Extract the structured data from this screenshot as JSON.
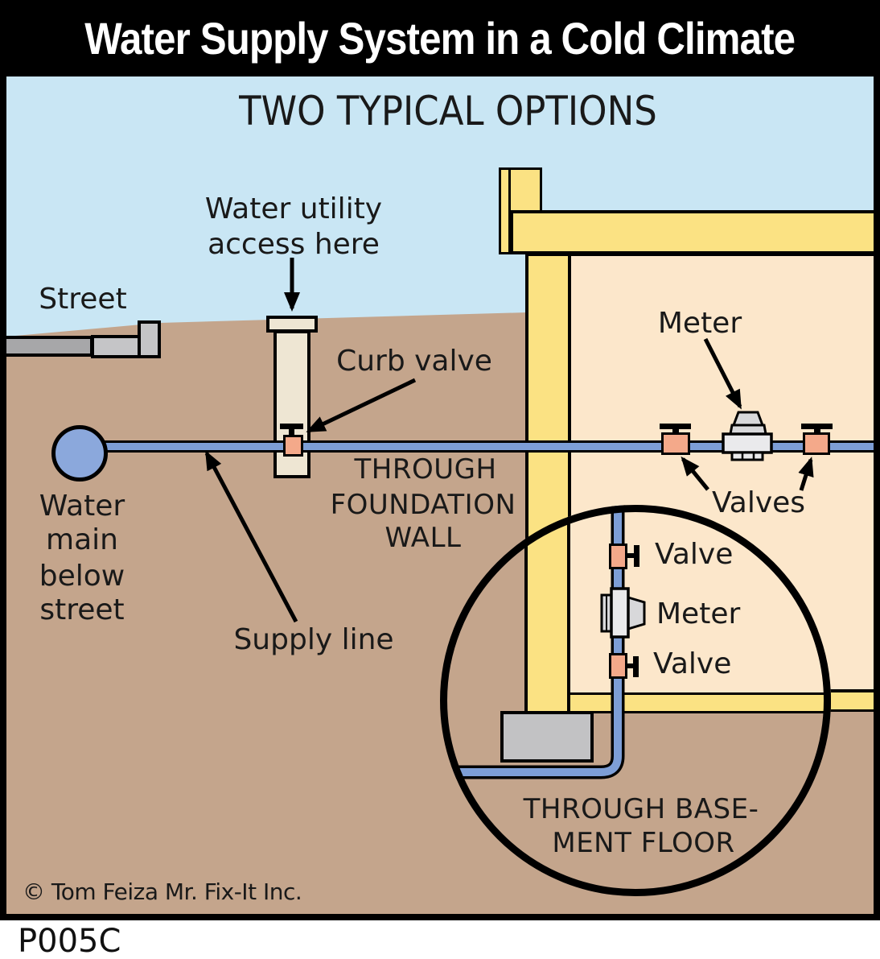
{
  "title": "Water Supply System in a Cold Climate",
  "subtitle": "TWO TYPICAL OPTIONS",
  "labels": {
    "street": "Street",
    "water_utility_access": [
      "Water utility",
      "access here"
    ],
    "curb_valve": "Curb valve",
    "meter": "Meter",
    "valves": "Valves",
    "water_main": [
      "Water",
      "main",
      "below",
      "street"
    ],
    "through_foundation_wall": [
      "THROUGH",
      "FOUNDATION",
      "WALL"
    ],
    "supply_line": "Supply line",
    "inset": {
      "valve_top": "Valve",
      "meter": "Meter",
      "valve_bottom": "Valve",
      "caption": [
        "THROUGH BASE-",
        "MENT FLOOR"
      ]
    },
    "copyright": "© Tom Feiza Mr. Fix-It Inc.",
    "figure_code": "P005C"
  },
  "colors": {
    "title_bg": "#000000",
    "title_text": "#ffffff",
    "sky": "#c9e6f4",
    "ground": "#c4a58c",
    "street_dark": "#a7a7a9",
    "street_light": "#c5c5c7",
    "wood_yellow": "#fbe283",
    "interior_peach": "#fce7cb",
    "pipe_blue": "#7d9ed6",
    "water_main_blue": "#8ba8dc",
    "valve_salmon": "#f4a98a",
    "meter_gray": "#d8d8da",
    "meter_body": "#eaeaec",
    "access_tube_cream": "#eee6d3",
    "footing_gray": "#c2c2c4",
    "outline": "#000000"
  }
}
